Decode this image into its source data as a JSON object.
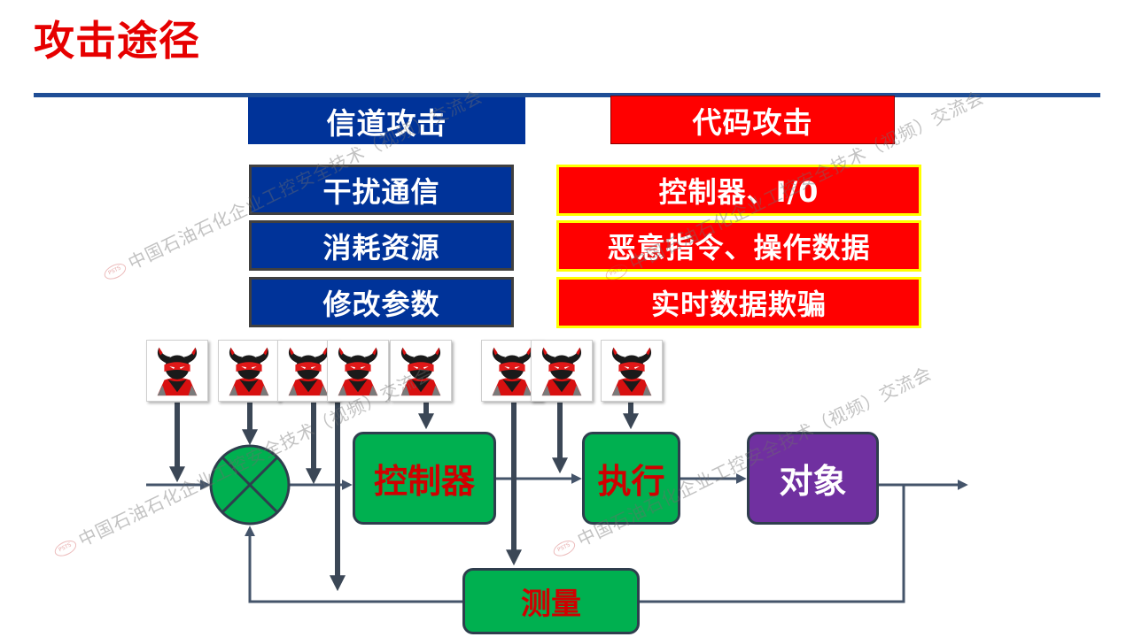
{
  "title": "攻击途径",
  "channel_attack": {
    "header": "信道攻击",
    "items": [
      "干扰通信",
      "消耗资源",
      "修改参数"
    ]
  },
  "code_attack": {
    "header": "代码攻击",
    "items": [
      "控制器、I/0",
      "恶意指令、操作数据",
      "实时数据欺骗"
    ]
  },
  "control_loop": {
    "controller": "控制器",
    "actuator": "执行",
    "object": "对象",
    "measurement": "测量"
  },
  "icons": {
    "attacker": "hacker-icon",
    "summing_junction": "summing-junction-icon"
  },
  "watermark": {
    "text": "中国石油石化企业工控安全技术（视频）交流会",
    "logo": "PSTS"
  },
  "colors": {
    "title": "#E60000",
    "rule": "#1F4E96",
    "channel_blue": "#003399",
    "code_red": "#FF0000",
    "code_border": "#FFFF00",
    "block_green": "#00B050",
    "block_text_red": "#D00000",
    "object_purple": "#7030A0",
    "line": "#44546A",
    "attack_arrow": "#3B4756"
  }
}
